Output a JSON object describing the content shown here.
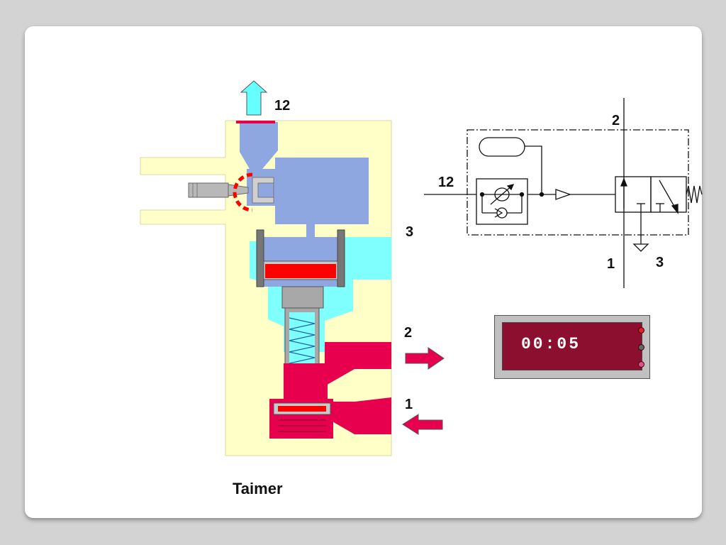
{
  "diagram": {
    "ports": {
      "top_output": "12",
      "exhaust": "3",
      "outlet": "2",
      "inlet": "1"
    },
    "caption": "Taimer"
  },
  "schematic": {
    "port_pilot": "12",
    "port_out": "2",
    "port_in": "1",
    "port_exhaust": "3"
  },
  "timer_display": {
    "value": "00:05",
    "leds": [
      "#e0202a",
      "#666666",
      "#e0508a"
    ]
  },
  "colors": {
    "body_yellow": "#ffffc8",
    "cyan": "#80ffff",
    "blue": "#8fa7e0",
    "red": "#ff0000",
    "magenta": "#e6004d",
    "arrow_cyan": "#66ffff"
  }
}
